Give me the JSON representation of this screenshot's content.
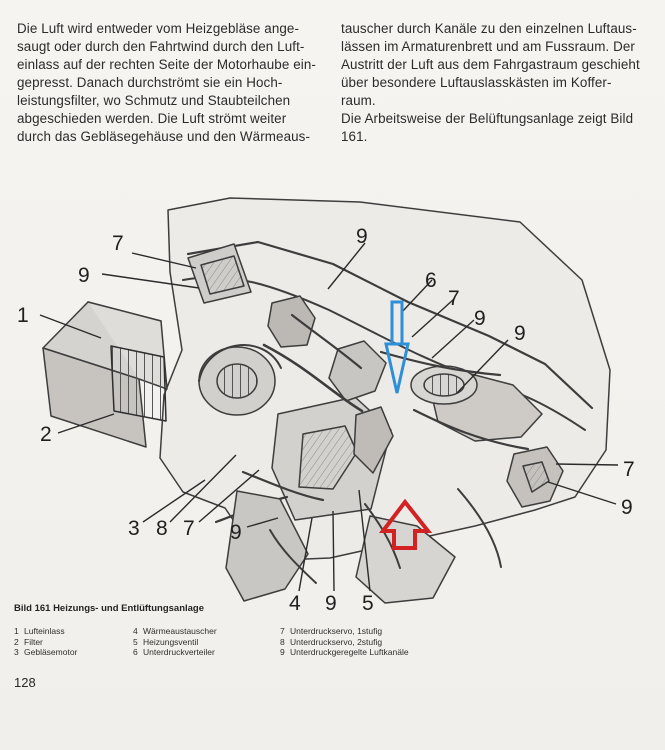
{
  "body_text": {
    "left_lines": [
      "Die Luft wird entweder vom Heizgebläse ange-",
      "saugt oder durch den Fahrtwind durch den Luft-",
      "einlass auf der rechten Seite der Motorhaube ein-",
      "gepresst. Danach durchströmt sie ein Hoch-",
      "leistungsfilter, wo Schmutz und Staubteilchen",
      "abgeschieden werden. Die Luft strömt weiter",
      "durch das Gebläsegehäuse und den Wärmeaus-"
    ],
    "right_lines": [
      "tauscher durch Kanäle zu den einzelnen Luftaus-",
      "lässen im Armaturenbrett und am Fussraum. Der",
      "Austritt der Luft aus dem Fahrgastraum geschieht",
      "über besondere Luftauslasskästen im Koffer-",
      "raum.",
      "Die Arbeitsweise der Belüftungsanlage zeigt Bild",
      "161."
    ]
  },
  "figure": {
    "callouts": [
      "7",
      "9",
      "1",
      "2",
      "3",
      "8",
      "7",
      "9",
      "4",
      "9",
      "5",
      "9",
      "6",
      "7",
      "9",
      "9",
      "7",
      "9"
    ],
    "arrow_colors": {
      "blue": "#2d8fd8",
      "red": "#d32222"
    }
  },
  "caption": {
    "title": "Bild 161   Heizungs- und Entlüftungsanlage",
    "legend_col_1": [
      {
        "num": "1",
        "text": "Lufteinlass"
      },
      {
        "num": "2",
        "text": "Filter"
      },
      {
        "num": "3",
        "text": "Gebläsemotor"
      }
    ],
    "legend_col_2": [
      {
        "num": "4",
        "text": "Wärmeaustauscher"
      },
      {
        "num": "5",
        "text": "Heizungsventil"
      },
      {
        "num": "6",
        "text": "Unterdruckverteiler"
      }
    ],
    "legend_col_3": [
      {
        "num": "7",
        "text": "Unterdruckservo, 1stufig"
      },
      {
        "num": "8",
        "text": "Unterdruckservo, 2stufig"
      },
      {
        "num": "9",
        "text": "Unterdruckgeregelte Luftkanäle"
      }
    ]
  },
  "page_number": "128"
}
